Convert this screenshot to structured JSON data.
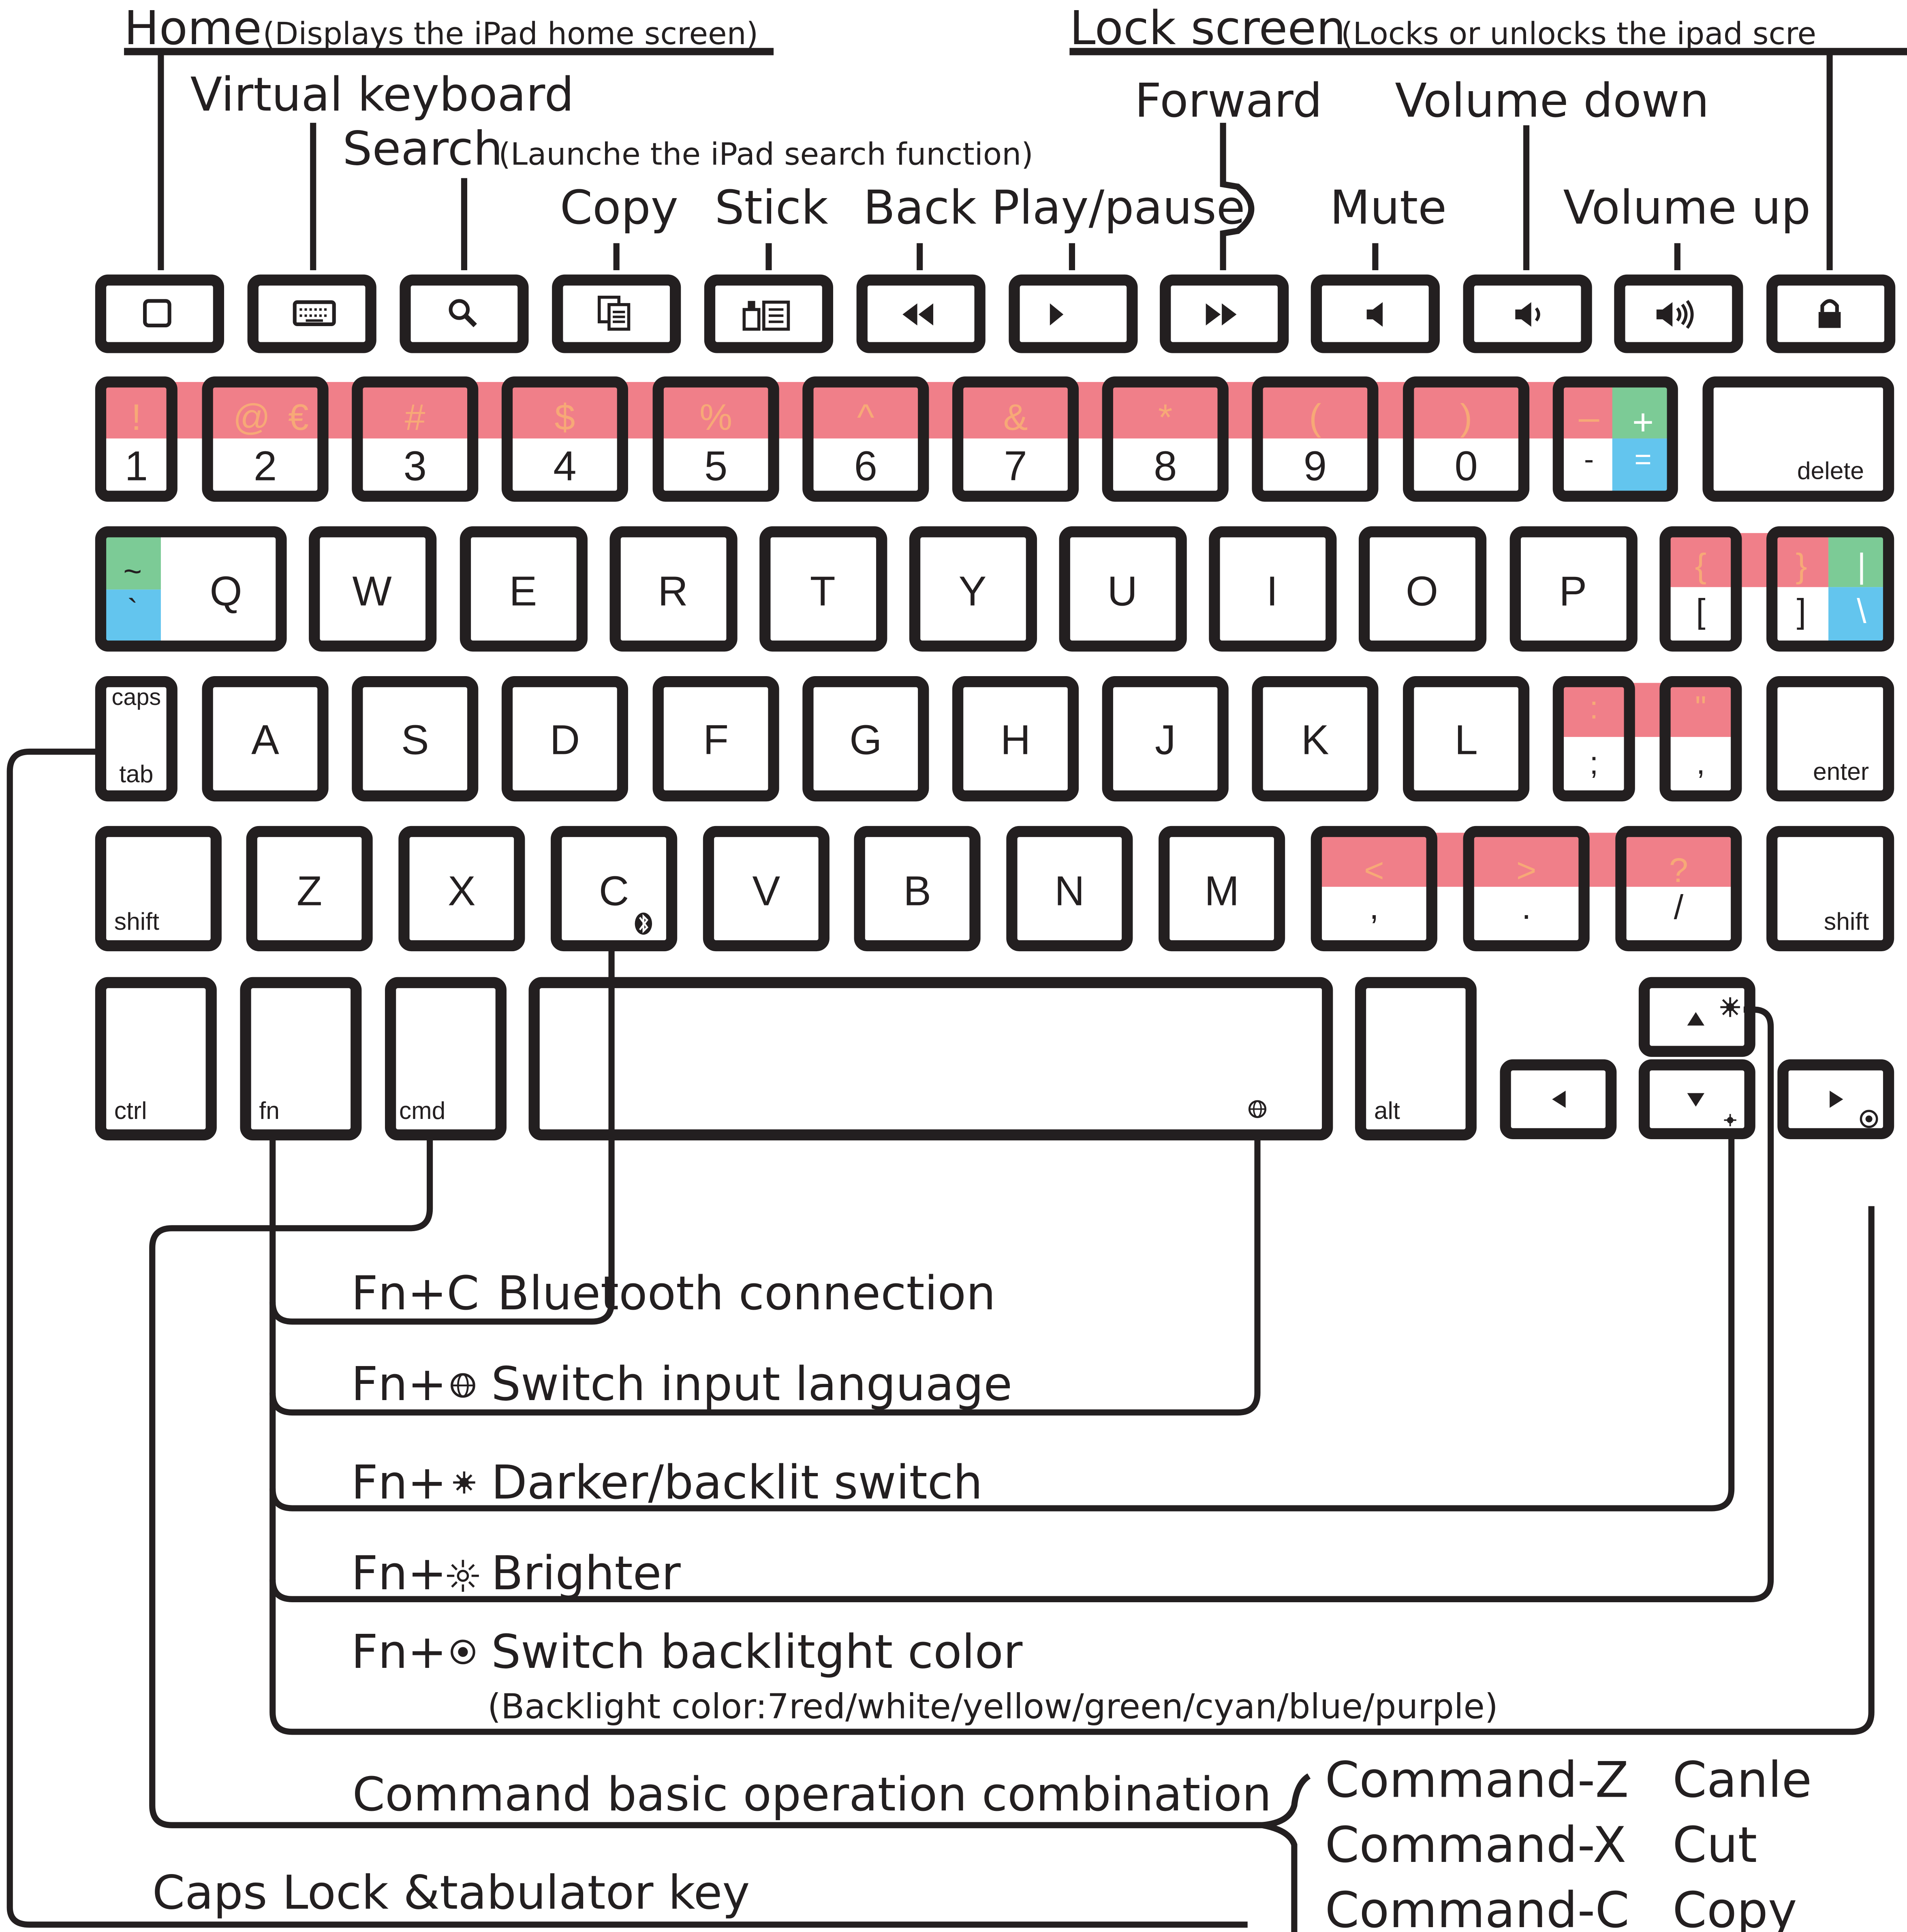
{
  "colors": {
    "ink": "#231f20",
    "shift_band_red": "#f07f89",
    "green_band": "#7ccb96",
    "blue_band": "#63c5ee",
    "orange_symbol": "#f7a977",
    "key_fill": "#ffffff"
  },
  "top_labels": {
    "home": "Home",
    "home_desc": "(Displays the iPad home screen)",
    "lock": "Lock screen",
    "lock_desc": "(Locks or unlocks the ipad scre",
    "virtual_keyboard": "Virtual keyboard",
    "search": "Search",
    "search_desc": "(Launche the iPad search function)",
    "forward": "Forward",
    "volume_down": "Volume down",
    "copy": "Copy",
    "stick": "Stick",
    "back_play": "Back Play/pause",
    "mute": "Mute",
    "volume_up": "Volume up"
  },
  "function_row_icons": [
    "home-square-icon",
    "keyboard-icon",
    "magnifier-icon",
    "copy-icon",
    "paste-icon",
    "rewind-icon",
    "play-icon",
    "fast-forward-icon",
    "speaker-mute-icon",
    "speaker-low-icon",
    "speaker-high-icon",
    "padlock-icon"
  ],
  "number_row": [
    {
      "shift": "!",
      "base": "1"
    },
    {
      "shift": "@",
      "shift2": "€",
      "base": "2"
    },
    {
      "shift": "#",
      "base": "3"
    },
    {
      "shift": "$",
      "base": "4"
    },
    {
      "shift": "%",
      "base": "5"
    },
    {
      "shift": "^",
      "base": "6"
    },
    {
      "shift": "&",
      "base": "7"
    },
    {
      "shift": "*",
      "base": "8"
    },
    {
      "shift": "(",
      "base": "9"
    },
    {
      "shift": ")",
      "base": "0"
    },
    {
      "shift": "–",
      "shift2": "+",
      "base": "-",
      "base2": "="
    }
  ],
  "delete_label": "delete",
  "tilde_key": {
    "shift": "~",
    "base": "`",
    "letter": "Q"
  },
  "q_row": [
    "W",
    "E",
    "R",
    "T",
    "Y",
    "U",
    "I",
    "O",
    "P"
  ],
  "bracket_key": {
    "shift": [
      "{",
      "}",
      "|"
    ],
    "base": [
      "[",
      "]",
      "\\"
    ]
  },
  "caps_tab": {
    "top": "caps",
    "bottom": "tab"
  },
  "a_row": [
    "A",
    "S",
    "D",
    "F",
    "G",
    "H",
    "J",
    "K",
    "L"
  ],
  "semicolon_keys": [
    {
      "shift": ":",
      "base": ";"
    },
    {
      "shift": "\"",
      "base": ","
    }
  ],
  "enter_label": "enter",
  "shift_label": "shift",
  "z_row": [
    "Z",
    "X",
    "C",
    "V",
    "B",
    "N",
    "M"
  ],
  "punct_keys": [
    {
      "shift": "<",
      "base": ","
    },
    {
      "shift": ">",
      "base": "."
    },
    {
      "shift": "?",
      "base": "/"
    }
  ],
  "bottom_row": {
    "ctrl": "ctrl",
    "fn": "fn",
    "cmd": "cmd",
    "alt": "alt"
  },
  "key_icons": [
    "bluetooth-icon",
    "globe-icon",
    "sun-icon",
    "dim-sun-icon",
    "backlight-color-icon",
    "arrow-up-icon",
    "arrow-down-icon",
    "arrow-left-icon",
    "arrow-right-icon"
  ],
  "fn_lines": [
    {
      "prefix": "Fn+C",
      "text": "Bluetooth connection"
    },
    {
      "prefix": "Fn+",
      "text": "Switch input language"
    },
    {
      "prefix": "Fn+",
      "text": "Darker/backlit switch"
    },
    {
      "prefix": "Fn+",
      "text": "Brighter"
    },
    {
      "prefix": "Fn+",
      "text": "Switch backlitght color"
    }
  ],
  "backlight_colors": "(Backlight color:7red/white/yellow/green/cyan/blue/purple)",
  "command_label": "Command basic operation combination",
  "commands": [
    {
      "combo": "Command-Z",
      "action": "Canle"
    },
    {
      "combo": "Command-X",
      "action": "Cut"
    },
    {
      "combo": "Command-C",
      "action": "Copy"
    }
  ],
  "caps_lock_label": "Caps Lock &tabulator key"
}
